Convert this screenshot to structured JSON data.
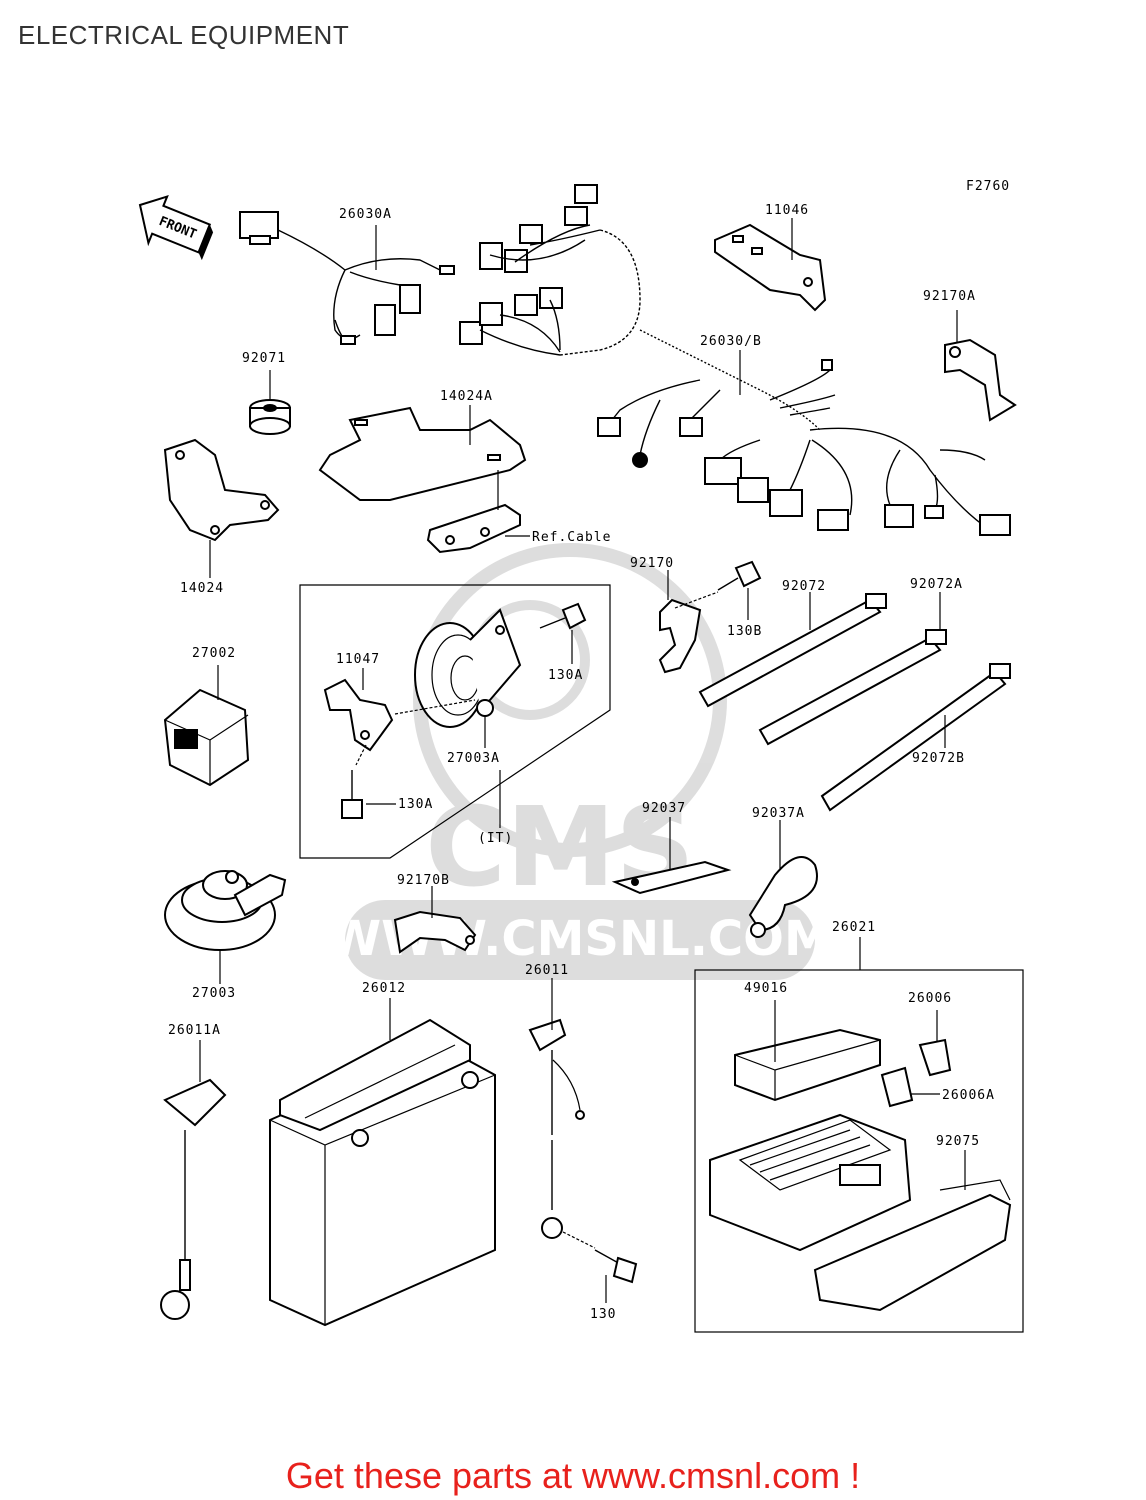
{
  "title": "ELECTRICAL EQUIPMENT",
  "figure_code": "F2760",
  "front_label": "FRONT",
  "watermark": {
    "site": "WWW.CMSNL.COM",
    "brand": "CMS"
  },
  "cta": "Get these parts at www.cmsnl.com !",
  "labels": {
    "p26030A": "26030A",
    "p11046": "11046",
    "p92170A": "92170A",
    "p92071": "92071",
    "p14024A": "14024A",
    "p26030B": "26030/B",
    "pRefCable": "Ref.Cable",
    "p14024": "14024",
    "p92170": "92170",
    "p92072": "92072",
    "p92072A": "92072A",
    "p27002": "27002",
    "p11047": "11047",
    "p130A_1": "130A",
    "p130B": "130B",
    "p27003A": "27003A",
    "p130A_2": "130A",
    "pIT": "(IT)",
    "p92072B": "92072B",
    "p92037": "92037",
    "p92037A": "92037A",
    "p92170B": "92170B",
    "p27003": "27003",
    "p26021": "26021",
    "p26011": "26011",
    "p26012": "26012",
    "p26011A": "26011A",
    "p49016": "49016",
    "p26006": "26006",
    "p26006A": "26006A",
    "p92075": "92075",
    "p130": "130"
  }
}
